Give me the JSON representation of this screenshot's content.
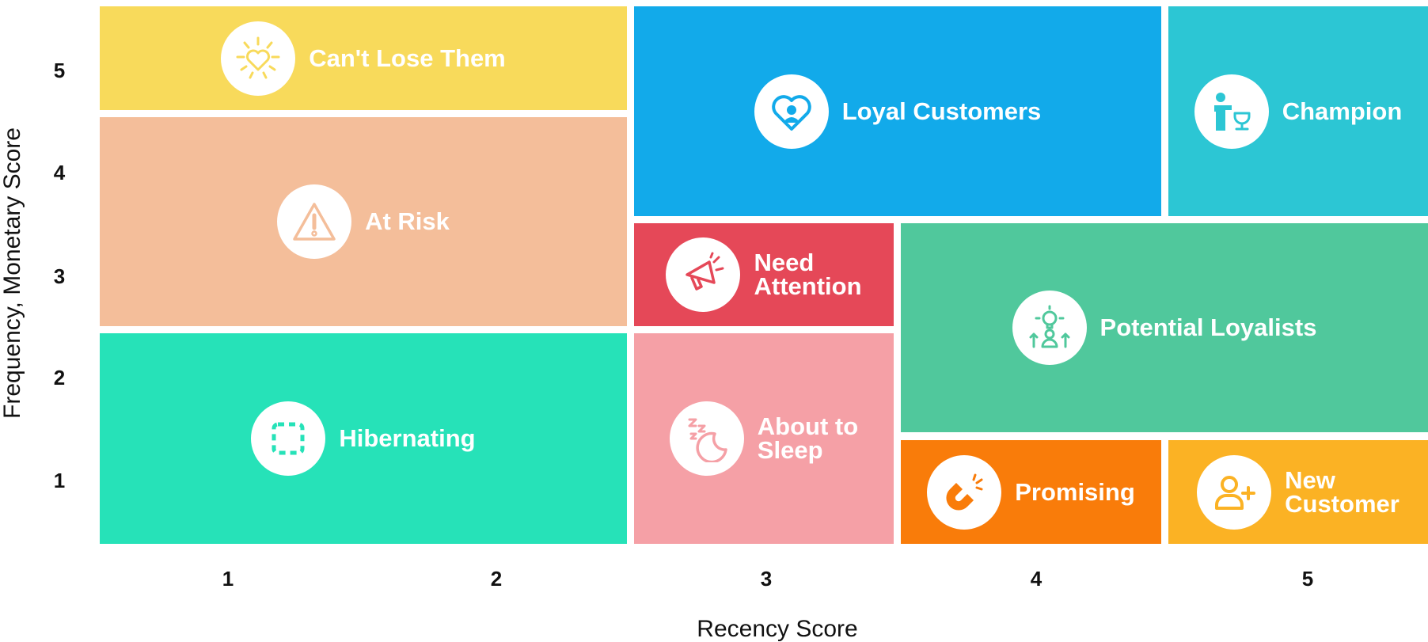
{
  "chart": {
    "x_axis_title": "Recency Score",
    "y_axis_title": "Frequency, Monetary Score",
    "x_ticks": [
      "1",
      "2",
      "3",
      "4",
      "5"
    ],
    "y_ticks": [
      "5",
      "4",
      "3",
      "2",
      "1"
    ]
  },
  "segments": [
    {
      "id": "cant-lose-them",
      "label_lines": [
        "Can't Lose Them"
      ],
      "icon": "heart-sparkle-icon",
      "color": "#F8DA5B",
      "recency": [
        1,
        2
      ],
      "frequency_monetary": [
        5,
        5
      ]
    },
    {
      "id": "at-risk",
      "label_lines": [
        "At Risk"
      ],
      "icon": "warning-triangle-icon",
      "color": "#F4BE9A",
      "recency": [
        1,
        2
      ],
      "frequency_monetary": [
        3,
        4
      ]
    },
    {
      "id": "hibernating",
      "label_lines": [
        "Hibernating"
      ],
      "icon": "dashed-square-icon",
      "color": "#26E2B8",
      "recency": [
        1,
        2
      ],
      "frequency_monetary": [
        1,
        2
      ]
    },
    {
      "id": "loyal-customers",
      "label_lines": [
        "Loyal Customers"
      ],
      "icon": "heart-user-icon",
      "color": "#12AAEA",
      "recency": [
        3,
        4
      ],
      "frequency_monetary": [
        4,
        5
      ]
    },
    {
      "id": "champion",
      "label_lines": [
        "Champion"
      ],
      "icon": "trophy-person-icon",
      "color": "#2CC6D4",
      "recency": [
        5,
        5
      ],
      "frequency_monetary": [
        4,
        5
      ]
    },
    {
      "id": "need-attention",
      "label_lines": [
        "Need",
        "Attention"
      ],
      "icon": "megaphone-icon",
      "color": "#E54858",
      "recency": [
        3,
        3
      ],
      "frequency_monetary": [
        3,
        3
      ]
    },
    {
      "id": "potential-loyalists",
      "label_lines": [
        "Potential Loyalists"
      ],
      "icon": "lightbulb-growth-icon",
      "color": "#50C89C",
      "recency": [
        4,
        5
      ],
      "frequency_monetary": [
        2,
        3
      ]
    },
    {
      "id": "about-to-sleep",
      "label_lines": [
        "About to",
        "Sleep"
      ],
      "icon": "moon-zzz-icon",
      "color": "#F5A0A6",
      "recency": [
        3,
        3
      ],
      "frequency_monetary": [
        1,
        2
      ]
    },
    {
      "id": "promising",
      "label_lines": [
        "Promising"
      ],
      "icon": "magnet-icon",
      "color": "#F97C0A",
      "recency": [
        4,
        4
      ],
      "frequency_monetary": [
        1,
        1
      ]
    },
    {
      "id": "new-customer",
      "label_lines": [
        "New",
        "Customer"
      ],
      "icon": "user-plus-icon",
      "color": "#FBB224",
      "recency": [
        5,
        5
      ],
      "frequency_monetary": [
        1,
        1
      ]
    }
  ]
}
